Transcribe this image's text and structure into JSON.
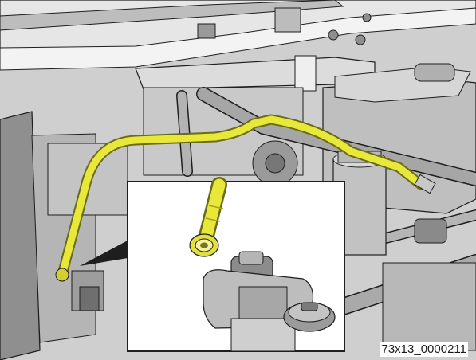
{
  "diagram": {
    "figure_id": "73x13_0000211",
    "colors": {
      "background": "#ffffff",
      "part_light": "#d9d9d9",
      "part_mid": "#a8a8a8",
      "part_dark": "#6e6e6e",
      "outline": "#1e1e1e",
      "highlight_hose": "#e8e83a",
      "highlight_hose_dark": "#a9a21a"
    },
    "icons": [
      "engine-bay-illustration",
      "highlighted-hose",
      "detail-inset",
      "callout-leader",
      "hose-connector",
      "reservoir-cap"
    ]
  }
}
